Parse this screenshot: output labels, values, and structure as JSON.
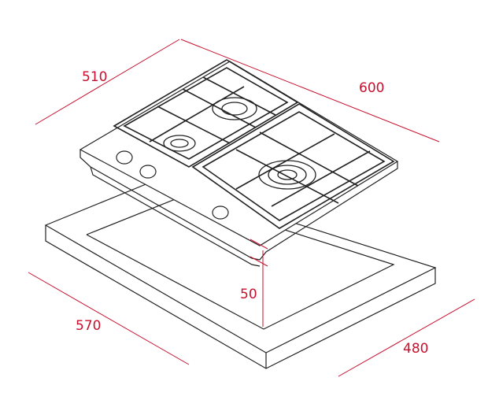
{
  "dimensions": {
    "hob_depth": "510",
    "hob_width": "600",
    "cutout_width": "570",
    "cutout_depth": "480",
    "hob_height": "50"
  },
  "colors": {
    "dimension": "#c8102e",
    "outline": "#1a1a1a"
  }
}
